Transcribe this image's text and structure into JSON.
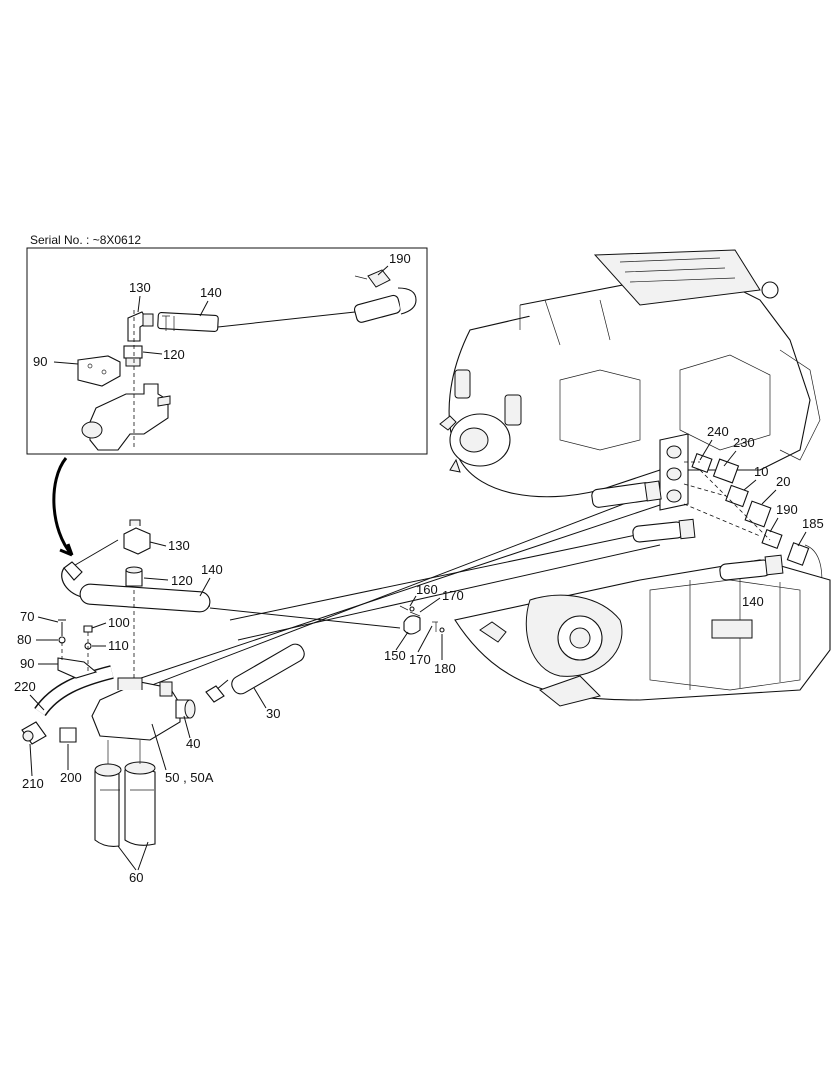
{
  "serial_note": "Serial No. : ~8X0612",
  "callouts": {
    "inset_190": "190",
    "inset_130": "130",
    "inset_140": "140",
    "inset_120": "120",
    "inset_90": "90",
    "c240": "240",
    "c230": "230",
    "c10": "10",
    "c20": "20",
    "c190": "190",
    "c185": "185",
    "c130": "130",
    "c120": "120",
    "c140_upper": "140",
    "c140_right": "140",
    "c160": "160",
    "c170_a": "170",
    "c170_b": "170",
    "c150": "150",
    "c180": "180",
    "c70": "70",
    "c100": "100",
    "c80": "80",
    "c110": "110",
    "c90": "90",
    "c220": "220",
    "c30": "30",
    "c40": "40",
    "c50": "50 , 50A",
    "c200": "200",
    "c210": "210",
    "c60": "60"
  }
}
